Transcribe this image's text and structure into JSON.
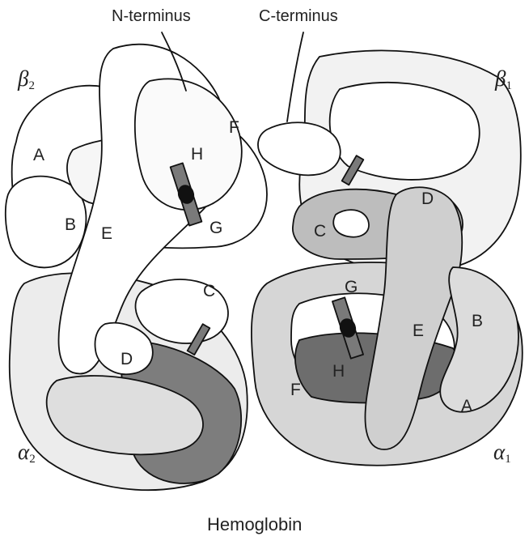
{
  "terminus": {
    "n": "N-terminus",
    "c": "C-terminus"
  },
  "subunits": {
    "beta2": {
      "letter": "β",
      "sub": "2"
    },
    "beta1": {
      "letter": "β",
      "sub": "1"
    },
    "alpha2": {
      "letter": "α",
      "sub": "2"
    },
    "alpha1": {
      "letter": "α",
      "sub": "1"
    }
  },
  "helices": {
    "beta2": {
      "A": "A",
      "B": "B",
      "C": "C",
      "D": "D",
      "E": "E",
      "F": "F",
      "G": "G",
      "H": "H"
    },
    "alpha1": {
      "A": "A",
      "B": "B",
      "C": "C",
      "D": "D",
      "E": "E",
      "F": "F",
      "G": "G",
      "H": "H"
    }
  },
  "caption": "Hemoglobin",
  "colors": {
    "outline": "#111111",
    "white_chain": "#ffffff",
    "light_gray": "#e2e2e2",
    "mid_gray": "#b9b9b9",
    "dark_gray": "#6f6f6f",
    "heme": "#7a7a7a",
    "iron": "#111111"
  }
}
